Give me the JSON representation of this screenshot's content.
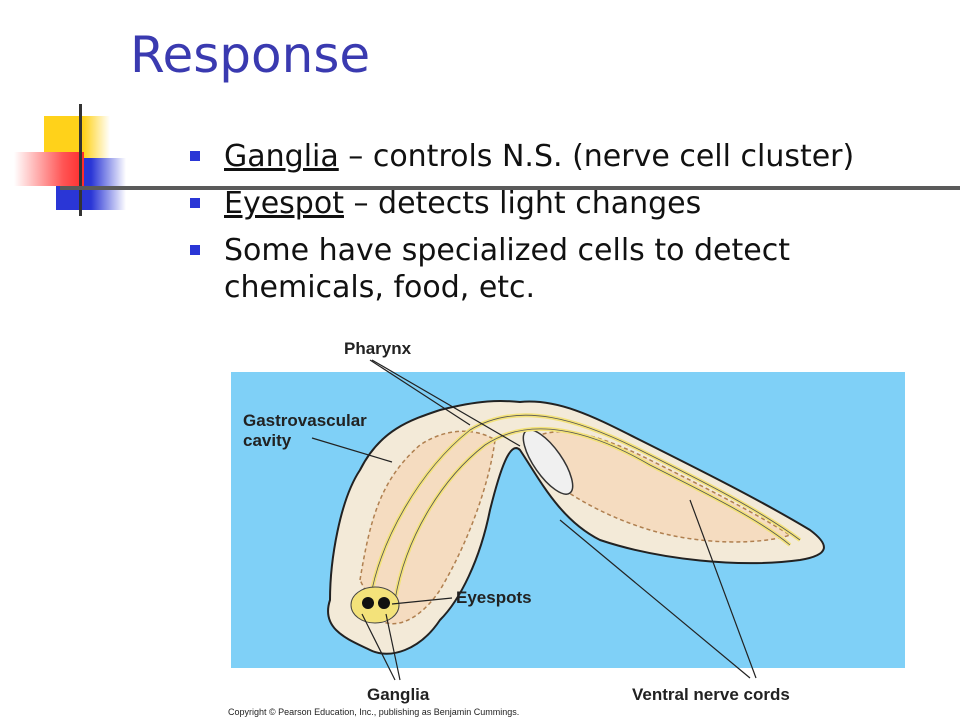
{
  "slide": {
    "title": "Response",
    "bullets": [
      {
        "term": "Ganglia",
        "rest": " – controls N.S. (nerve cell cluster)"
      },
      {
        "term": "Eyespot",
        "rest": " – detects light changes"
      },
      {
        "term": "",
        "rest": "Some have specialized cells to detect chemicals, food, etc."
      }
    ]
  },
  "diagram": {
    "labels": {
      "pharynx": "Pharynx",
      "gastro_line1": "Gastrovascular",
      "gastro_line2": "cavity",
      "eyespots": "Eyespots",
      "ganglia": "Ganglia",
      "ventral": "Ventral nerve cords"
    },
    "copyright": "Copyright © Pearson Education, Inc., publishing as Benjamin Cummings."
  },
  "colors": {
    "title": "#3a3ab0",
    "bullet": "#2a36d6",
    "diagram_bg": "#7fd0f7",
    "body_fill": "#f5dcc0",
    "nerve": "#f3e27a"
  }
}
